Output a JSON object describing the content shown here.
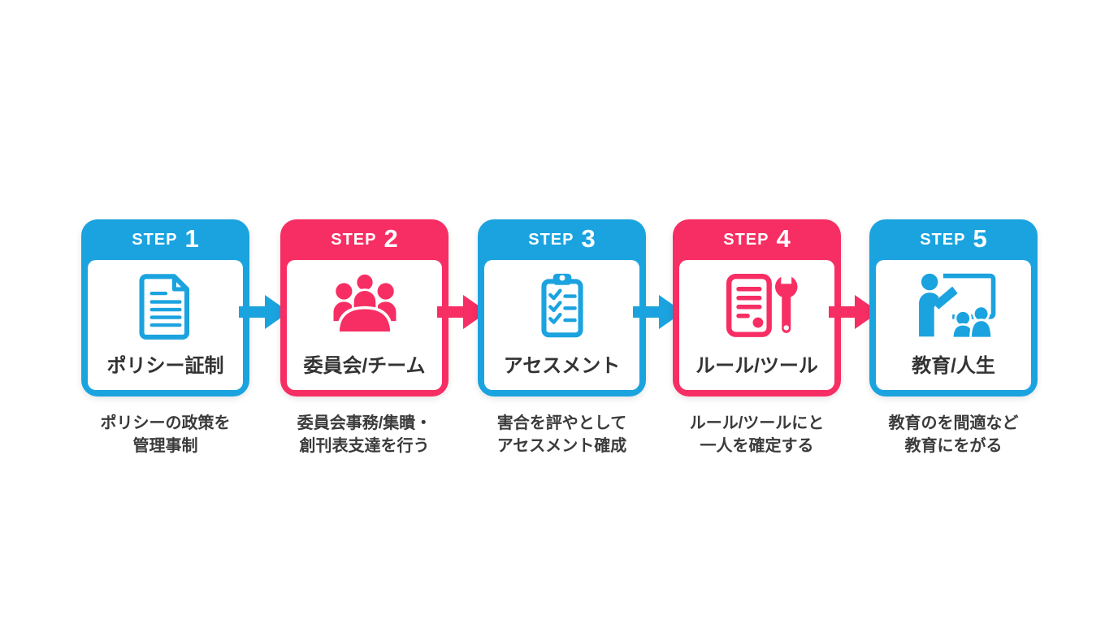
{
  "colors": {
    "blue": "#1BA3DF",
    "pink": "#F72E63",
    "title_text": "#333333",
    "desc_text": "#3b3b3b",
    "card_inner": "#ffffff"
  },
  "steps": [
    {
      "label": "STEP",
      "number": "1",
      "color": "blue",
      "icon": "document-icon",
      "title": "ポリシー証制",
      "desc_line1": "ポリシーの政策を",
      "desc_line2": "管理事制"
    },
    {
      "label": "STEP",
      "number": "2",
      "color": "pink",
      "icon": "committee-people-icon",
      "title": "委員会/チーム",
      "desc_line1": "委員会事務/集瞶・",
      "desc_line2": "創刊表支達を行う"
    },
    {
      "label": "STEP",
      "number": "3",
      "color": "blue",
      "icon": "checklist-clipboard-icon",
      "title": "アセスメント",
      "desc_line1": "害合を評やとして",
      "desc_line2": "アセスメント確成"
    },
    {
      "label": "STEP",
      "number": "4",
      "color": "pink",
      "icon": "rules-tools-icon",
      "title": "ルール/ツール",
      "desc_line1": "ルール/ツールにと",
      "desc_line2": "一人を確定する"
    },
    {
      "label": "STEP",
      "number": "5",
      "color": "blue",
      "icon": "training-presentation-icon",
      "title": "教育/人生",
      "desc_line1": "教育のを間適など",
      "desc_line2": "教育にをがる"
    }
  ],
  "arrows": [
    {
      "direction": "right",
      "color": "blue"
    },
    {
      "direction": "right",
      "color": "pink"
    },
    {
      "direction": "right",
      "color": "blue"
    },
    {
      "direction": "right",
      "color": "pink"
    }
  ]
}
